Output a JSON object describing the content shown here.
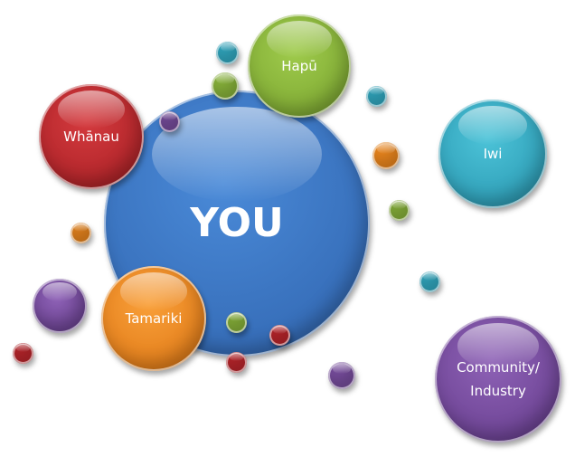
{
  "center": {
    "label": "YOU",
    "color": "#3b79c9"
  },
  "nodes": [
    {
      "id": "hapu",
      "label": "Hapū",
      "color": "#8cb83c"
    },
    {
      "id": "whanau",
      "label": "Whānau",
      "color": "#c2272d"
    },
    {
      "id": "iwi",
      "label": "Iwi",
      "color": "#33afc8"
    },
    {
      "id": "tamariki",
      "label": "Tamariki",
      "color": "#f28a1e"
    },
    {
      "id": "community",
      "label": "Community/ Industry",
      "color": "#7b4fa2"
    }
  ],
  "colors": {
    "teal": "#33afc8",
    "green": "#8cb83c",
    "purple": "#7b4fa2",
    "orange": "#f28a1e",
    "red": "#c2272d"
  }
}
